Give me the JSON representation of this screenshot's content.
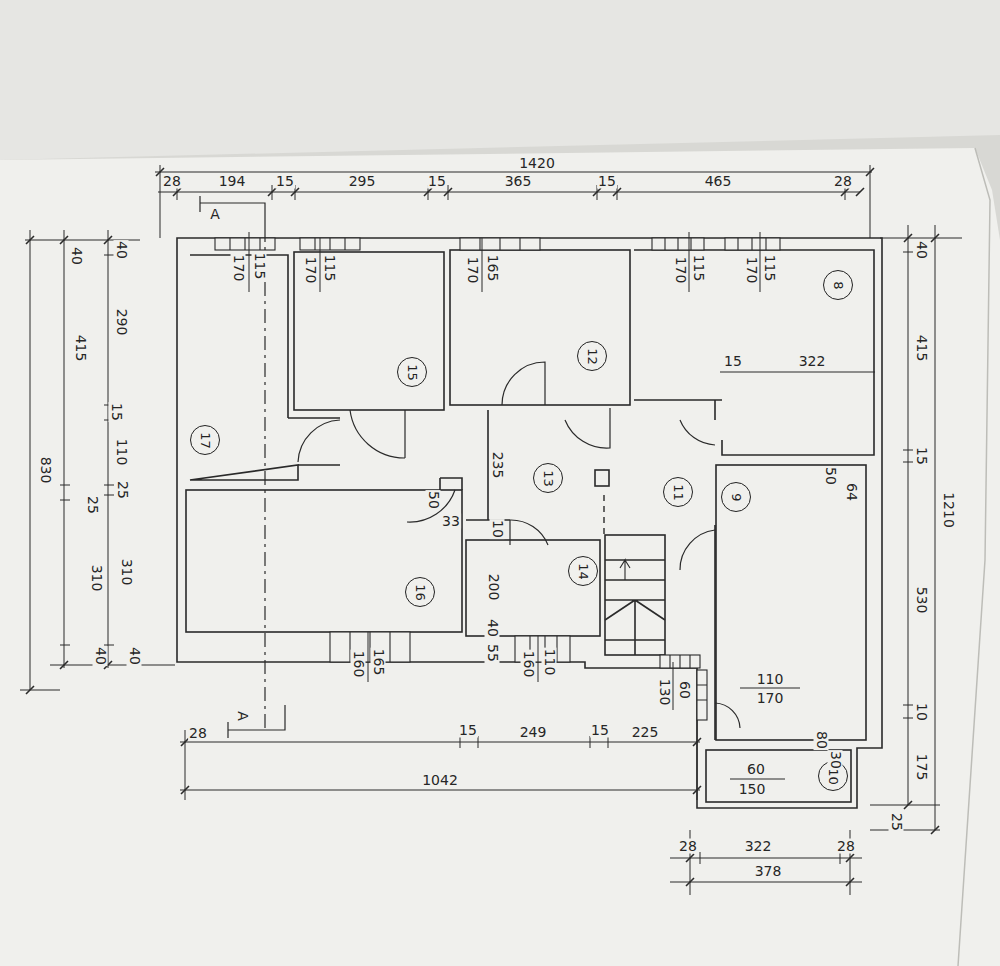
{
  "diagram": {
    "nodes": [
      {
        "text": [
          "17"
        ]
      },
      {
        "text": [
          "15"
        ]
      },
      {
        "text": [
          "12"
        ]
      },
      {
        "text": [
          "8"
        ]
      },
      {
        "text": [
          "13"
        ]
      },
      {
        "text": [
          "11"
        ]
      },
      {
        "text": [
          "9"
        ]
      },
      {
        "text": [
          "16"
        ]
      },
      {
        "text": [
          "14"
        ]
      },
      {
        "text": [
          "10"
        ]
      }
    ],
    "labels": [
      "1420",
      "28",
      "194",
      "15",
      "295",
      "15",
      "365",
      "15",
      "465",
      "28",
      "40",
      "290",
      "15",
      "110",
      "25",
      "310",
      "40",
      "40",
      "415",
      "25",
      "310",
      "40",
      "830",
      "40",
      "415",
      "15",
      "530",
      "10",
      "175",
      "25",
      "1210",
      "28",
      "15",
      "249",
      "15",
      "225",
      "1042",
      "28",
      "322",
      "28",
      "378",
      "115",
      "170",
      "115",
      "170",
      "165",
      "170",
      "115",
      "170",
      "115",
      "170",
      "322",
      "15",
      "50",
      "64",
      "110",
      "170",
      "60",
      "150",
      "80",
      "30",
      "165",
      "160",
      "110",
      "160",
      "60",
      "130",
      "235",
      "10",
      "200",
      "40",
      "55",
      "50",
      "33",
      "A",
      "A"
    ]
  }
}
